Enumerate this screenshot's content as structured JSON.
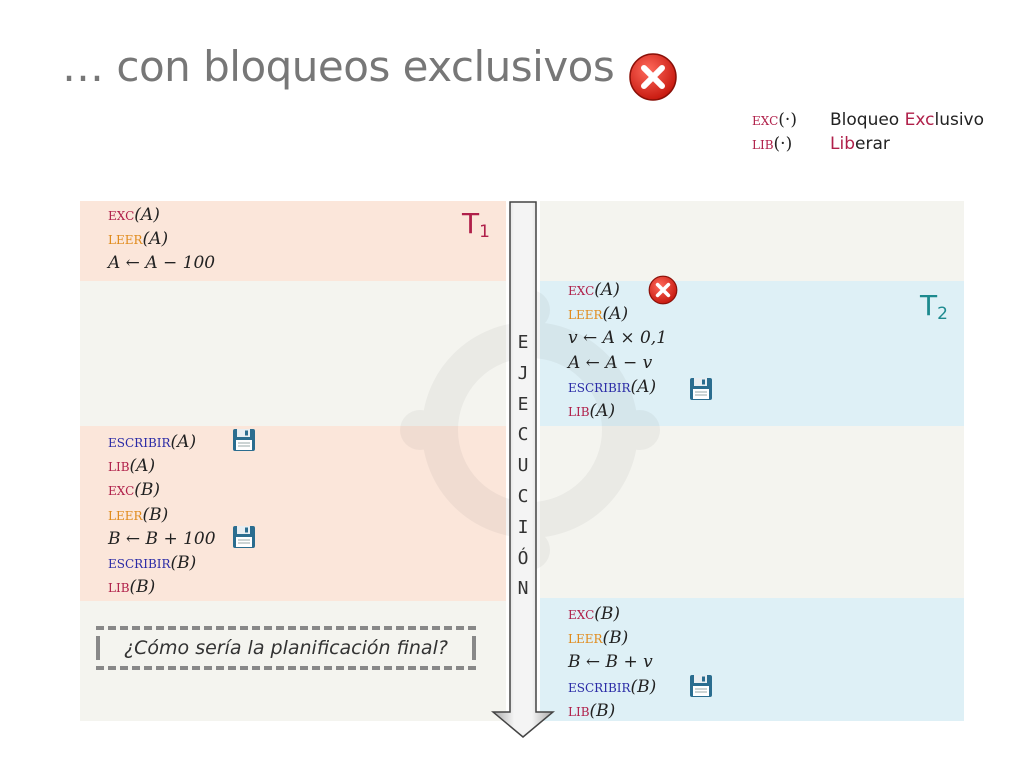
{
  "title": "… con bloqueos exclusivos",
  "legend": [
    {
      "code_prefix": "exc",
      "code_arg": "(·)",
      "desc_hl": "Bloqueo ",
      "desc_hl2": "Exc",
      "desc_rest": "lusivo"
    },
    {
      "code_prefix": "lib",
      "code_arg": "(·)",
      "desc_hl": "Lib",
      "desc_rest": "erar"
    }
  ],
  "t1_label": "T",
  "t1_sub": "1",
  "t2_label": "T",
  "t2_sub": "2",
  "execution_letters": [
    "E",
    "J",
    "E",
    "C",
    "U",
    "C",
    "I",
    "Ó",
    "N"
  ],
  "question": "¿Cómo sería la planificación final?",
  "blocks": {
    "t1_a": [
      {
        "kw": "exc",
        "kwclass": "k-exc",
        "rest": "(A)"
      },
      {
        "kw": "leer",
        "kwclass": "k-leer",
        "rest": "(A)"
      },
      {
        "kw": "",
        "kwclass": "",
        "rest": "A ← A − 100"
      }
    ],
    "t2_a": [
      {
        "kw": "exc",
        "kwclass": "k-exc",
        "rest": "(A)"
      },
      {
        "kw": "leer",
        "kwclass": "k-leer",
        "rest": "(A)"
      },
      {
        "kw": "",
        "kwclass": "",
        "rest": "v ← A × 0,1"
      },
      {
        "kw": "",
        "kwclass": "",
        "rest": "A ← A − v"
      },
      {
        "kw": "escribir",
        "kwclass": "k-escribir",
        "rest": "(A)"
      },
      {
        "kw": "lib",
        "kwclass": "k-lib",
        "rest": "(A)"
      }
    ],
    "t1_b": [
      {
        "kw": "escribir",
        "kwclass": "k-escribir",
        "rest": "(A)"
      },
      {
        "kw": "lib",
        "kwclass": "k-lib",
        "rest": "(A)"
      },
      {
        "kw": "exc",
        "kwclass": "k-exc",
        "rest": "(B)"
      },
      {
        "kw": "leer",
        "kwclass": "k-leer",
        "rest": "(B)"
      },
      {
        "kw": "",
        "kwclass": "",
        "rest": "B ← B + 100"
      },
      {
        "kw": "escribir",
        "kwclass": "k-escribir",
        "rest": "(B)"
      },
      {
        "kw": "lib",
        "kwclass": "k-lib",
        "rest": "(B)"
      }
    ],
    "t2_b": [
      {
        "kw": "exc",
        "kwclass": "k-exc",
        "rest": "(B)"
      },
      {
        "kw": "leer",
        "kwclass": "k-leer",
        "rest": "(B)"
      },
      {
        "kw": "",
        "kwclass": "",
        "rest": "B ← B + v"
      },
      {
        "kw": "escribir",
        "kwclass": "k-escribir",
        "rest": "(B)"
      },
      {
        "kw": "lib",
        "kwclass": "k-lib",
        "rest": "(B)"
      }
    ]
  },
  "colors": {
    "accent_red": "#b0204a",
    "t2_teal": "#1d8a8f",
    "leer_orange": "#e08a1a",
    "escribir_blue": "#2a2aa6"
  }
}
